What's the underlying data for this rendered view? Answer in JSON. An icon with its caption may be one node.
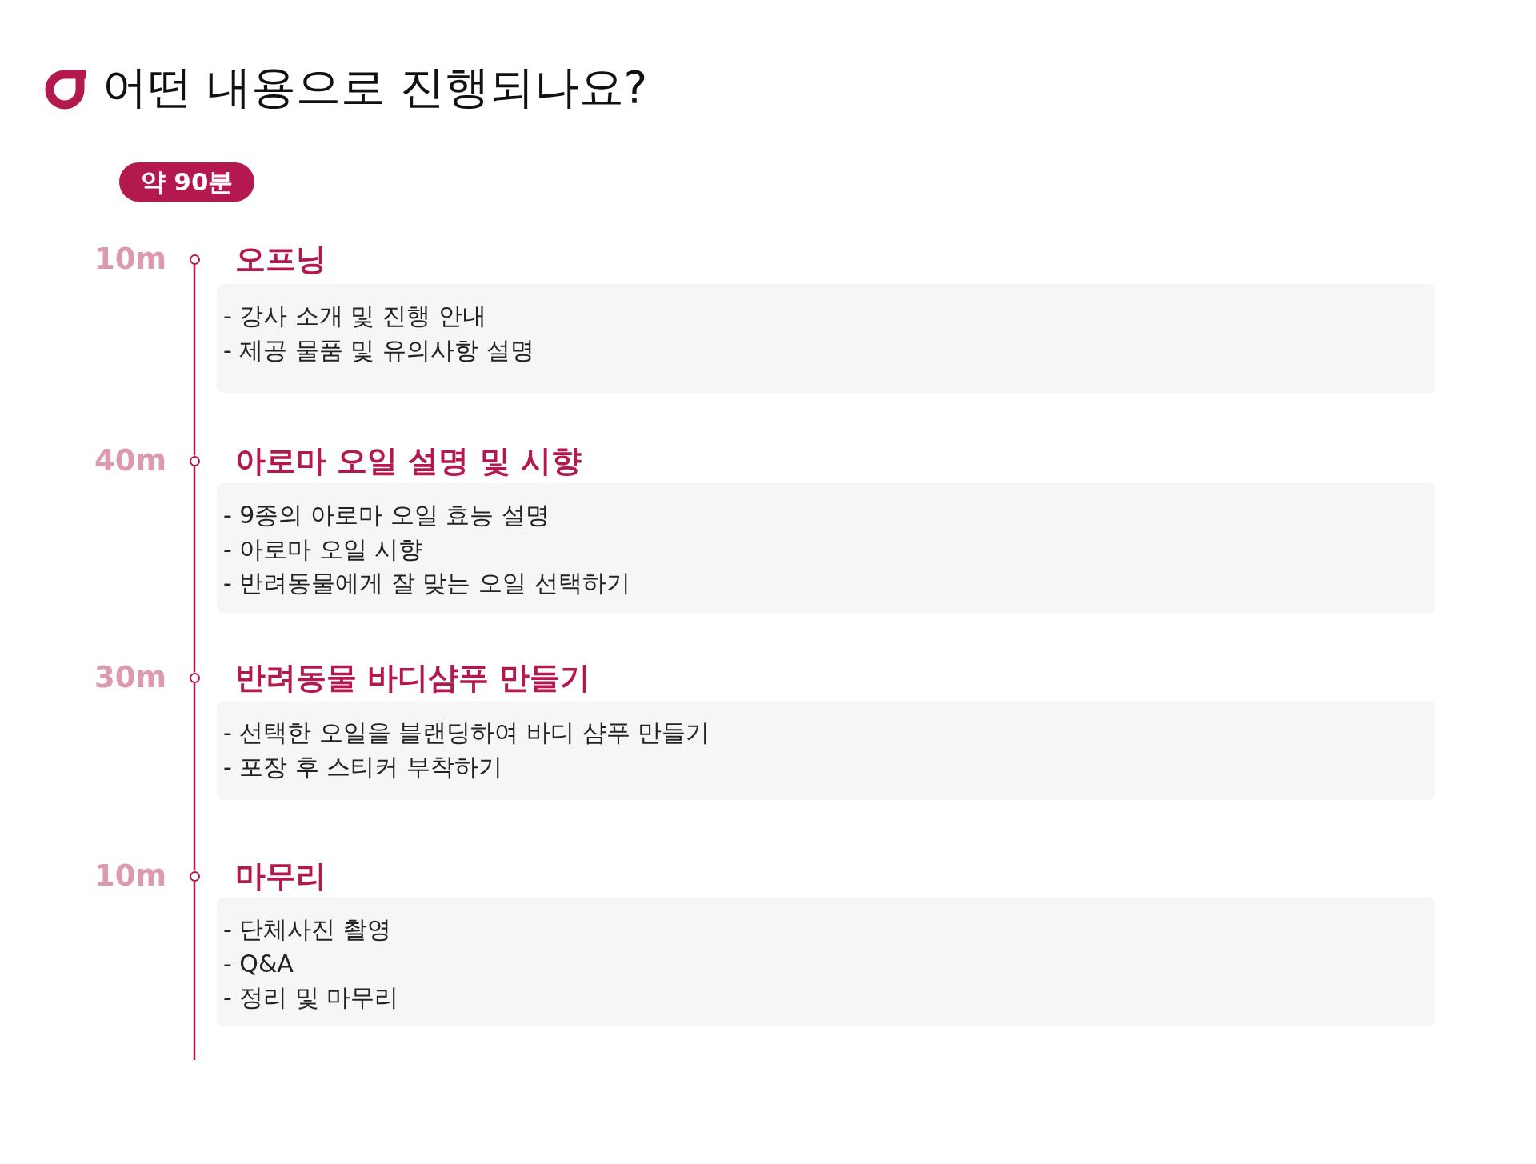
{
  "diagram": {
    "title": "어떤 내용으로 진행되나요?",
    "nodes": [
      {
        "text": [
          "약 90분"
        ]
      },
      {
        "text": [],
        "shape": "circle",
        "beside": [
          "10m"
        ]
      },
      {
        "text": [
          "오프닝",
          "- 강사 소개 및 진행 안내",
          "- 제공 물품 및 유의사항 설명"
        ]
      },
      {
        "text": [],
        "shape": "circle",
        "beside": [
          "40m"
        ]
      },
      {
        "text": [
          "아로마 오일 설명 및 시향",
          "- 9종의 아로마 오일 효능 설명",
          "- 아로마 오일 시향",
          "- 반려동물에게 잘 맞는 오일 선택하기"
        ]
      },
      {
        "text": [],
        "shape": "circle",
        "beside": [
          "30m"
        ]
      },
      {
        "text": [
          "반려동물 바디샴푸 만들기",
          "- 선택한 오일을 블랜딩하여 바디 샴푸 만들기",
          "- 포장 후 스티커 부착하기"
        ]
      },
      {
        "text": [],
        "shape": "circle",
        "beside": [
          "10m"
        ]
      },
      {
        "text": [
          "마무리",
          "- 단체사진 촬영",
          "- Q&A",
          "- 정리 및 마무리"
        ]
      }
    ],
    "edges": [
      {
        "from": 1,
        "to": 3,
        "arrow": "none"
      },
      {
        "from": 3,
        "to": 5,
        "arrow": "none"
      },
      {
        "from": 5,
        "to": 7,
        "arrow": "none"
      },
      {
        "from": 7,
        "to": null,
        "arrow": "none"
      }
    ]
  }
}
